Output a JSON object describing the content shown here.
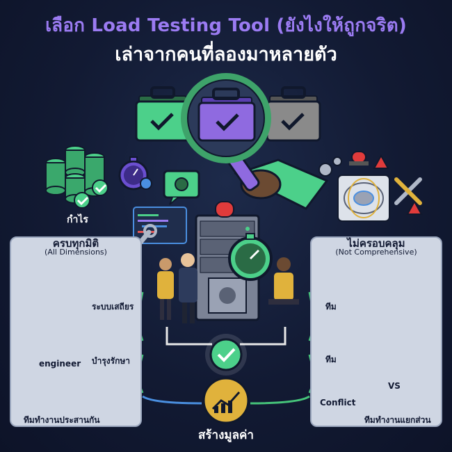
{
  "header": {
    "title_line1": "เลือก Load Testing Tool (ยังไงให้ถูกจริต)",
    "title_line2": "เล่าจากคนที่ลองมาหลายตัว"
  },
  "profit": {
    "label": "กำไร"
  },
  "left_panel": {
    "title": "ครบทุกมิติ",
    "subtitle": "(All Dimensions)",
    "items": [
      {
        "label": "ระบบเสถียร"
      },
      {
        "label": "engineer"
      },
      {
        "label": "บำรุงรักษา"
      },
      {
        "label": "ทีมทำงานประสานกัน"
      }
    ]
  },
  "right_panel": {
    "title": "ไม่ครอบคลุม",
    "subtitle": "(Not Comprehensive)",
    "items": [
      {
        "label": "ทีม"
      },
      {
        "label": "ทีม"
      },
      {
        "label": "Conflict"
      },
      {
        "label": "ทีมทำงานแยกส่วน"
      }
    ],
    "vs_label": "VS"
  },
  "center": {
    "value_label": "สร้างมูลค่า"
  },
  "colors": {
    "background": "#121a33",
    "accent_purple": "#9b7bf2",
    "green": "#4cd08a",
    "gray_toolbox": "#8a8a8a",
    "panel": "#cfd6e3"
  }
}
